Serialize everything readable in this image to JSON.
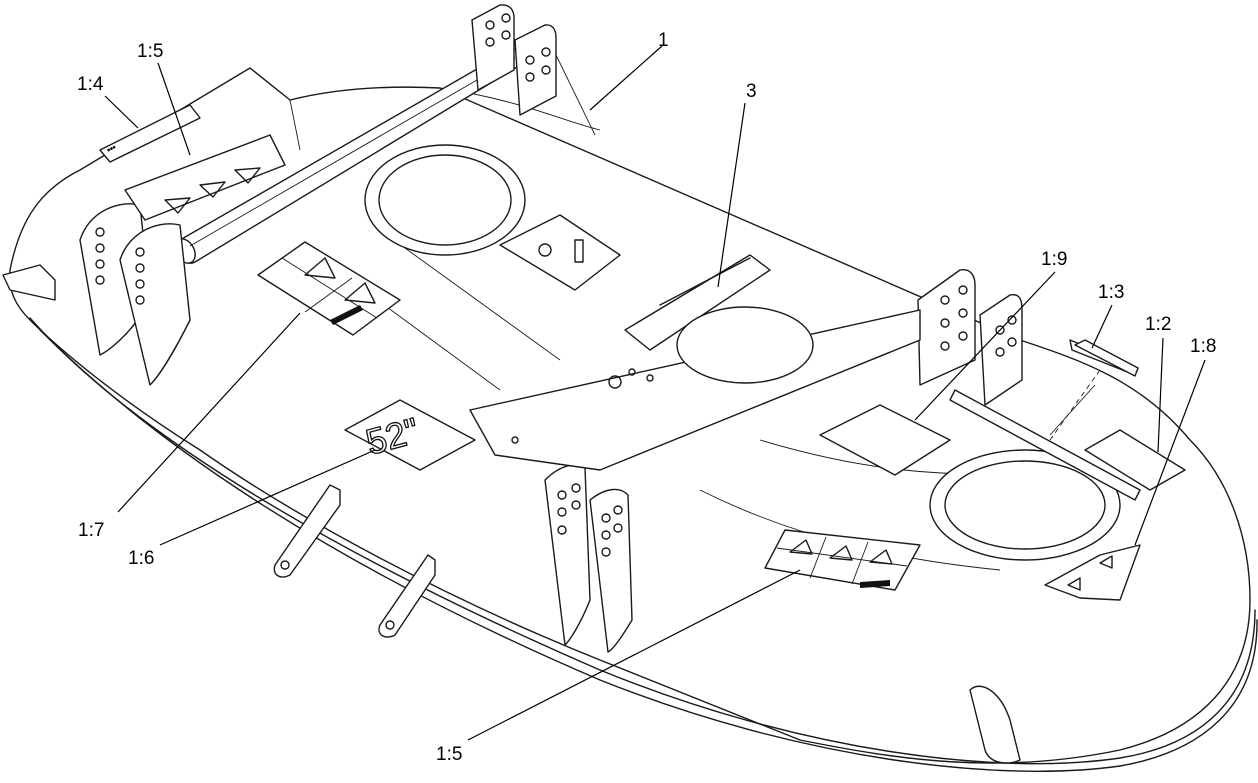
{
  "callouts": {
    "c1": "1",
    "c3": "3",
    "c1_4": "1:4",
    "c1_5_top": "1:5",
    "c1_9": "1:9",
    "c1_3": "1:3",
    "c1_2": "1:2",
    "c1_8": "1:8",
    "c1_7": "1:7",
    "c1_6": "1:6",
    "c1_5_bottom": "1:5"
  },
  "decals": {
    "deck_size": "52\""
  }
}
